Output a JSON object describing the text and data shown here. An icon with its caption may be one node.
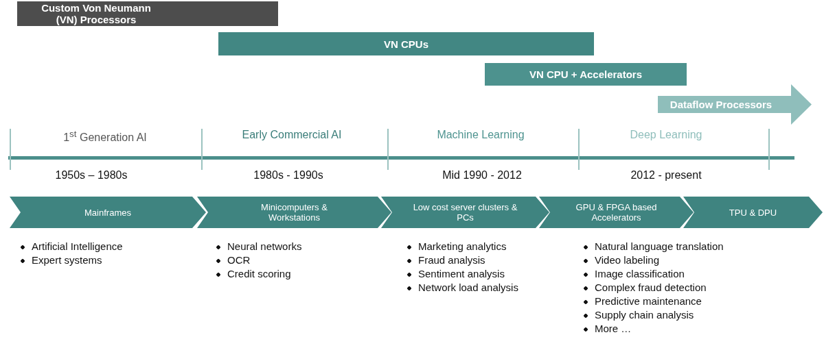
{
  "diagram": {
    "nodes": [
      {
        "text": [
          "Custom Von Neumann (VN) Processors"
        ]
      },
      {
        "text": [
          "VN CPUs"
        ]
      },
      {
        "text": [
          "VN CPU + Accelerators"
        ]
      },
      {
        "text": [
          "Dataflow Processors"
        ]
      },
      {
        "text": [
          "Mainframes"
        ]
      },
      {
        "text": [
          "Minicomputers & Workstations"
        ]
      },
      {
        "text": [
          "Low cost server clusters & PCs"
        ]
      },
      {
        "text": [
          "GPU & FPGA based Accelerators"
        ]
      },
      {
        "text": [
          "TPU & DPU"
        ]
      }
    ],
    "labels": [
      "1$^{st}$ Generation AI",
      "Early Commercial AI",
      "Machine Learning",
      "Deep Learning",
      "1950s – 1980s",
      "1980s - 1990s",
      "Mid 1990 - 2012",
      "2012 - present",
      "Artificial Intelligence",
      "Expert systems",
      "Neural networks",
      "OCR",
      "Credit scoring",
      "Marketing analytics",
      "Fraud analysis",
      "Sentiment analysis",
      "Network load analysis",
      "Natural language translation",
      "Video labeling",
      "Image classification",
      "Complex fraud detection",
      "Predictive maintenance",
      "Supply chain analysis",
      "More …"
    ]
  }
}
